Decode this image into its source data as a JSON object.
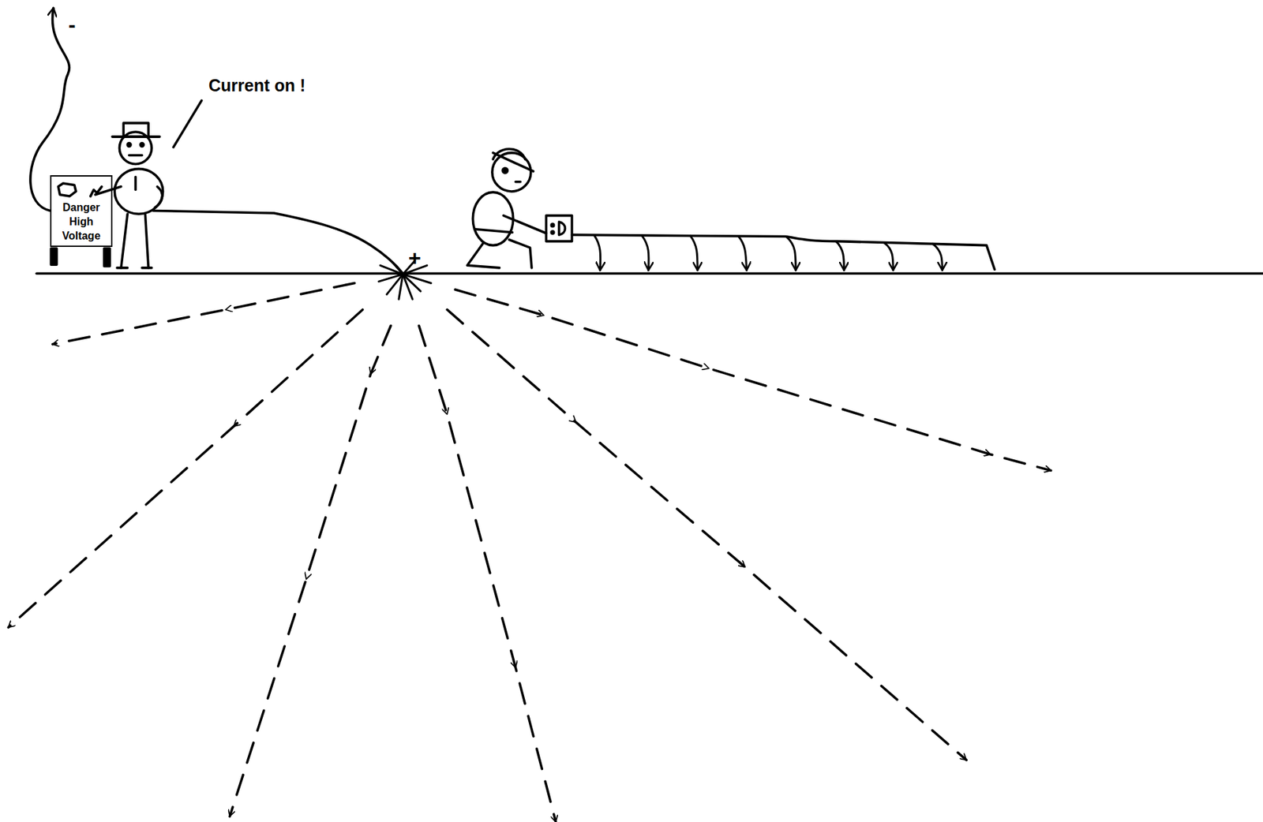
{
  "diagram": {
    "nodes": [
      {
        "text": [
          "Danger High Voltage"
        ]
      }
    ],
    "labels": [
      "Current on !",
      "+",
      "-"
    ]
  }
}
